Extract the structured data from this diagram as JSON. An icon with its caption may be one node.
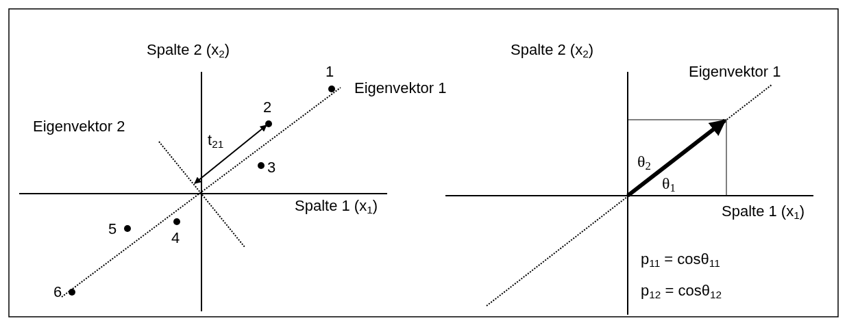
{
  "diagram": {
    "labels": [
      "Spalte 2 (x$_{2}$)",
      "1",
      "Eigenvektor 1",
      "2",
      "Eigenvektor 2",
      "t$_{21}$",
      "3",
      "Spalte 1 (x$_{1}$)",
      "5",
      "4",
      "6",
      "Spalte 2 (x$_{2}$)",
      "Eigenvektor 1",
      "θ$_{2}$",
      "θ$_{1}$",
      "Spalte 1 (x$_{1}$)",
      "p$_{11}$ = cosθ$_{11}$",
      "p$_{12}$ = cosθ$_{12}$"
    ]
  }
}
